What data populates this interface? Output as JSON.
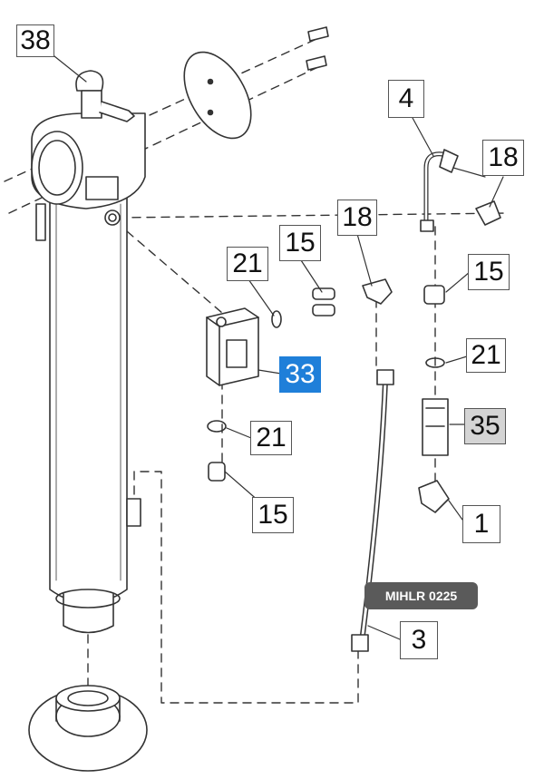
{
  "diagram": {
    "reference_code": "MIHLR 0225",
    "highlight_color": "#1f7fd9",
    "callouts": {
      "c38": "38",
      "c4": "4",
      "c18a": "18",
      "c18b": "18",
      "c21a": "21",
      "c15a": "15",
      "c33": "33",
      "c21b": "21",
      "c15b": "15",
      "c15c": "15",
      "c21c": "21",
      "c35": "35",
      "c1": "1",
      "c3": "3"
    }
  }
}
